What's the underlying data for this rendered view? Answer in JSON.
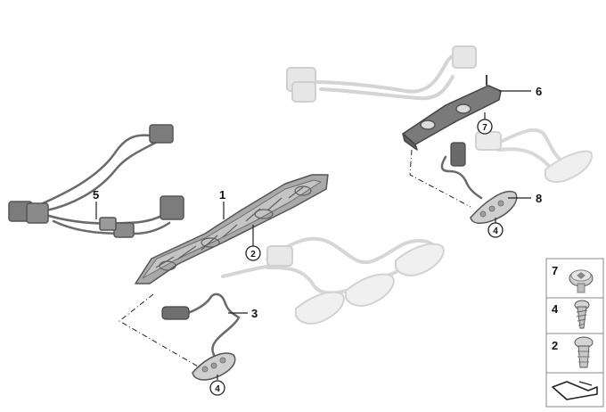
{
  "diagram": {
    "callouts": {
      "c1": "1",
      "c2": "2",
      "c3": "3",
      "c4a": "4",
      "c4b": "4",
      "c5": "5",
      "c6": "6",
      "c7": "7",
      "c8": "8"
    },
    "legend": {
      "items": [
        {
          "number": "7",
          "icon": "torx-screw-icon"
        },
        {
          "number": "4",
          "icon": "self-tapping-screw-icon"
        },
        {
          "number": "2",
          "icon": "expanding-rivet-icon"
        }
      ],
      "footer_icon": "assembly-arrow-icon"
    },
    "colors": {
      "part_dark": "#6f6f6f",
      "part_mid": "#b9b9b9",
      "part_light": "#d6d6d6",
      "line": "#222222"
    }
  }
}
